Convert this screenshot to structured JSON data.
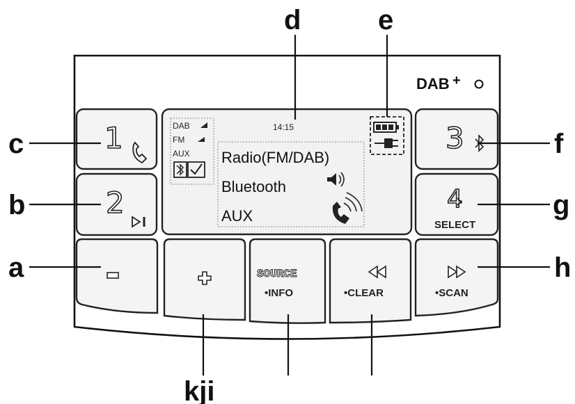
{
  "callouts": {
    "a": "a",
    "b": "b",
    "c": "c",
    "d": "d",
    "e": "e",
    "f": "f",
    "g": "g",
    "h": "h",
    "kji": "kji"
  },
  "logo": {
    "text": "DAB",
    "plus": "+"
  },
  "display": {
    "time": "14:15",
    "band_dab": "DAB",
    "band_fm": "FM",
    "band_aux": "AUX",
    "mode_radio": "Radio(FM/DAB)",
    "mode_bluetooth": "Bluetooth",
    "mode_aux": "AUX"
  },
  "buttons": {
    "preset1": "1",
    "preset2": "2",
    "preset3": "3",
    "preset4": "4",
    "select": "SELECT",
    "source": "SOURCE",
    "info": "•INFO",
    "clear": "•CLEAR",
    "scan": "•SCAN"
  },
  "icons": {
    "preset1": "phone-icon",
    "preset2": "play-pause-icon",
    "preset3": "bluetooth-icon",
    "preset4": "tuning-knob-icon",
    "minus": "minus-icon",
    "plus": "plus-icon",
    "rewind": "rewind-icon",
    "fast_forward": "fast-forward-icon",
    "battery": "battery-icon",
    "plug": "plug-icon",
    "speaker": "speaker-icon",
    "call": "call-icon"
  }
}
